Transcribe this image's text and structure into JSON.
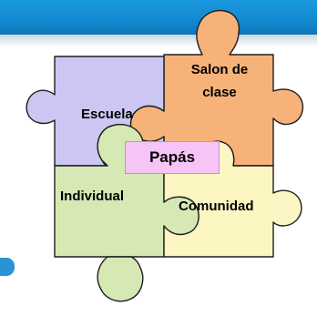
{
  "pieces": {
    "escuela": {
      "label": "Escuela",
      "color": "#ccc6f2"
    },
    "salon": {
      "label": "Salon de clase",
      "color": "#f7b27a"
    },
    "individual": {
      "label": "Individual",
      "color": "#d6e9b5"
    },
    "comunidad": {
      "label": "Comunidad",
      "color": "#fbf6c2"
    }
  },
  "center": {
    "label": "Papás",
    "color": "#f6c4f6"
  },
  "colors": {
    "header": "#1285cc",
    "outline": "#1e1e1e"
  }
}
